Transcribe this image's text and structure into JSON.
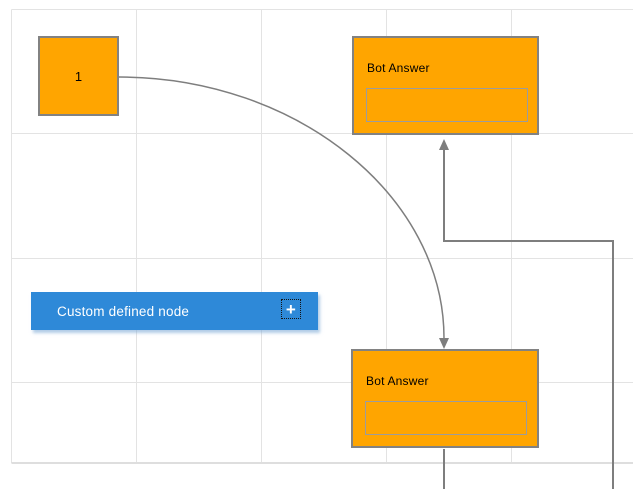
{
  "app": {
    "view": "diagram-canvas"
  },
  "colors": {
    "node-orange": "#FFA500",
    "node-border": "#828282",
    "accent-blue": "#2E89D8",
    "connector-gray": "#7E7E7E",
    "grid-line": "#E3E3E3",
    "text-dark": "#000000",
    "text-light": "#FFFFFF"
  },
  "nodes": {
    "square": {
      "label": "1"
    },
    "bot_answer_top": {
      "title": "Bot Answer",
      "input_value": ""
    },
    "bot_answer_bottom": {
      "title": "Bot Answer",
      "input_value": ""
    },
    "custom": {
      "label": "Custom defined node",
      "icon": "plus-icon",
      "icon_glyph": "+"
    }
  },
  "connectors": {
    "curved": {
      "from": "square",
      "to": "bot_answer_bottom",
      "arrow": "down"
    },
    "orthogonal": {
      "to": "bot_answer_top",
      "arrow": "up"
    },
    "stub": {
      "from": "bot_answer_bottom"
    }
  }
}
